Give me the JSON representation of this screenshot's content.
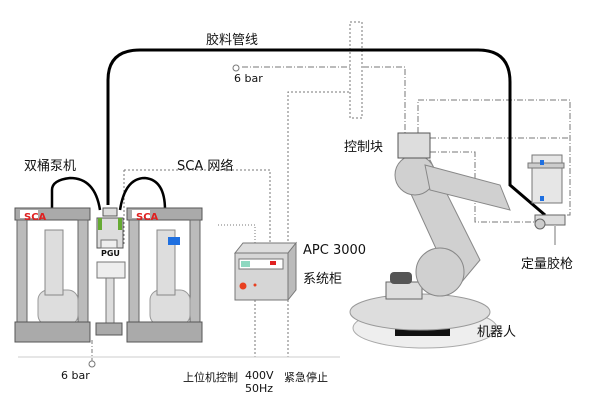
{
  "labels": {
    "glue_line": "胶料管线",
    "pressure_top": "6 bar",
    "control_block": "控制块",
    "dual_drum_pump": "双桶泵机",
    "sca_network": "SCA 网络",
    "apc_model": "APC 3000",
    "apc_cabinet": "系统柜",
    "dosing_gun": "定量胶枪",
    "robot": "机器人",
    "pressure_bottom": "6 bar",
    "host_control": "上位机控制",
    "voltage": "400V",
    "frequency": "50Hz",
    "emergency_stop": "紧急停止"
  },
  "logos": {
    "pump_left": "SCA",
    "pump_right": "SCA",
    "pgu": "PGU"
  },
  "colors": {
    "hose": "#000000",
    "equipment": "#cfcfcf",
    "logo_red": "#e02020",
    "indicator_blue": "#1e6fe0"
  }
}
